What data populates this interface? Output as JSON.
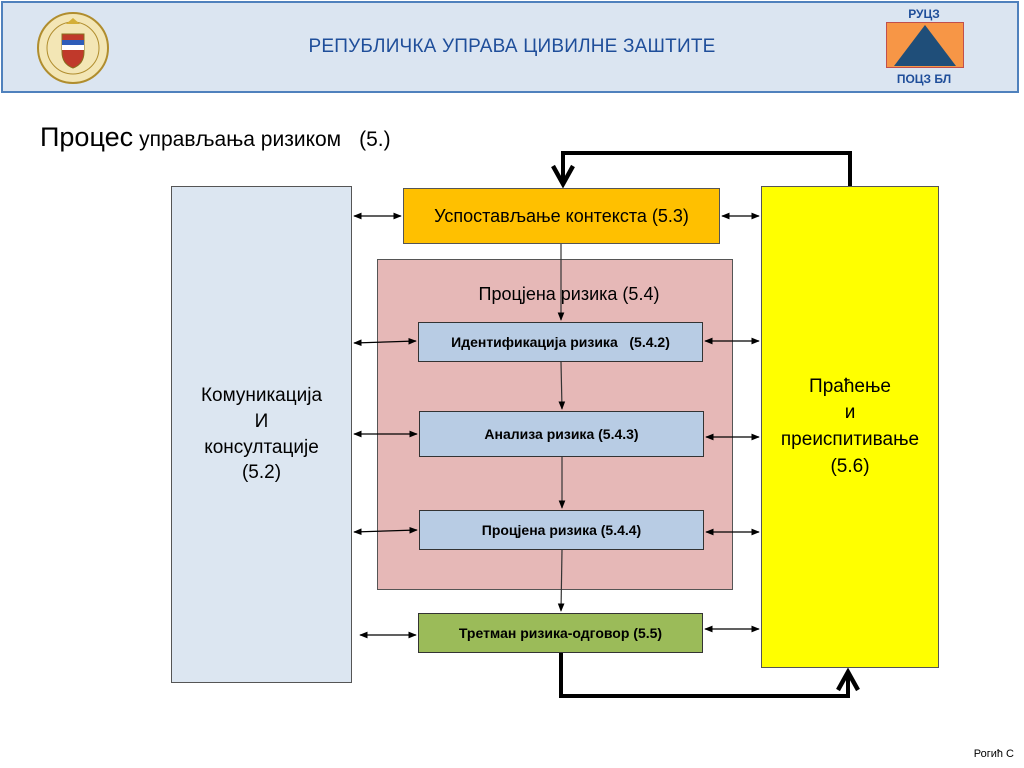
{
  "header": {
    "title": "РЕПУБЛИЧКА УПРАВА ЦИВИЛНЕ ЗАШТИТЕ",
    "logo_top": "РУЦЗ",
    "logo_bottom": "ПОЦЗ БЛ",
    "colors": {
      "background": "#dbe5f1",
      "border": "#4f81bd",
      "title": "#1f4e9a",
      "logo_orange": "#f79646",
      "logo_triangle": "#1f4e79"
    }
  },
  "slide": {
    "title_main": "Процес",
    "title_rest": "управљања ризиком",
    "title_ref": "(5.)"
  },
  "diagram": {
    "communication": [
      "Комуникација",
      "И",
      "консултације",
      "(5.2)"
    ],
    "context": "Успостављање контекста (5.3)",
    "assessment_label": "Процјена ризика (5.4)",
    "steps": [
      "Идентификација ризика   (5.4.2)",
      "Анализа ризика (5.4.3)",
      "Процјена ризика (5.4.4)"
    ],
    "treatment": "Третман ризика-одговор (5.5)",
    "monitoring": [
      "Праћење",
      "и",
      "преиспитивање",
      "(5.6)"
    ],
    "colors": {
      "communication": "#dce6f1",
      "context": "#ffc000",
      "assessment": "#e6b8b7",
      "steps": "#b8cce4",
      "treatment": "#9bbb59",
      "monitoring": "#ffff00"
    }
  },
  "footer": {
    "author": "Рогић С"
  }
}
